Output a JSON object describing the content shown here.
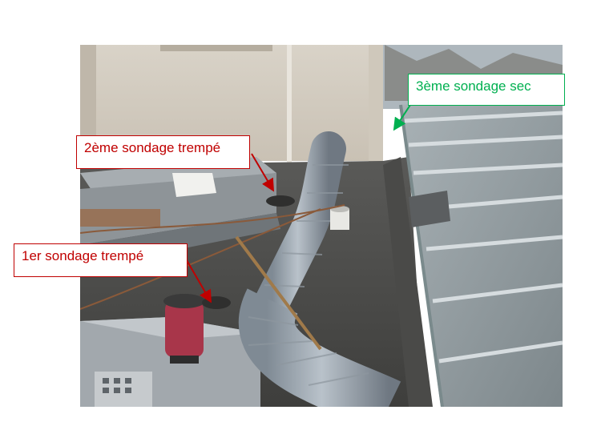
{
  "callouts": {
    "first": {
      "label": "1er sondage trempé",
      "color": "#c00000"
    },
    "second": {
      "label": "2ème sondage trempé",
      "color": "#c00000"
    },
    "third": {
      "label": "3ème sondage sec",
      "color": "#00b050"
    }
  },
  "photo": {
    "scene": "roof-duct-inspection",
    "vent_grille_label": ""
  }
}
